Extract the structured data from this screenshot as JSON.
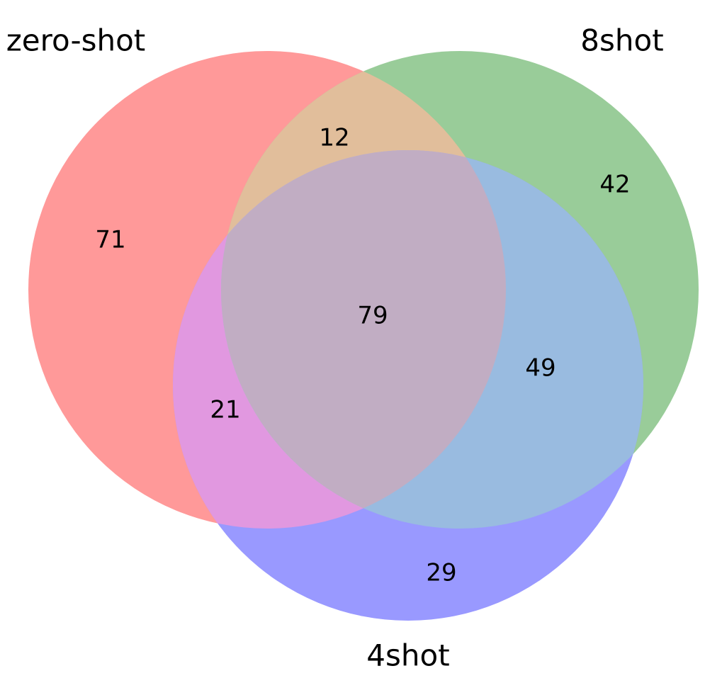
{
  "diagram": {
    "type": "venn3",
    "sets": [
      {
        "id": "zero",
        "label": "zero-shot",
        "color": "#ff9999",
        "opacity": 1.0
      },
      {
        "id": "eight",
        "label": "8shot",
        "color": "#99cc99",
        "opacity": 1.0
      },
      {
        "id": "four",
        "label": "4shot",
        "color": "#9999ff",
        "opacity": 1.0
      }
    ],
    "regions": {
      "zero_only": "71",
      "eight_only": "42",
      "four_only": "29",
      "zero_eight": "12",
      "zero_four": "21",
      "eight_four": "49",
      "all_three": "79"
    },
    "region_colors": {
      "zero_eight": "#e1be9b",
      "zero_four": "#e198e0",
      "eight_four": "#99bbe0",
      "all_three": "#c1adc3"
    }
  }
}
